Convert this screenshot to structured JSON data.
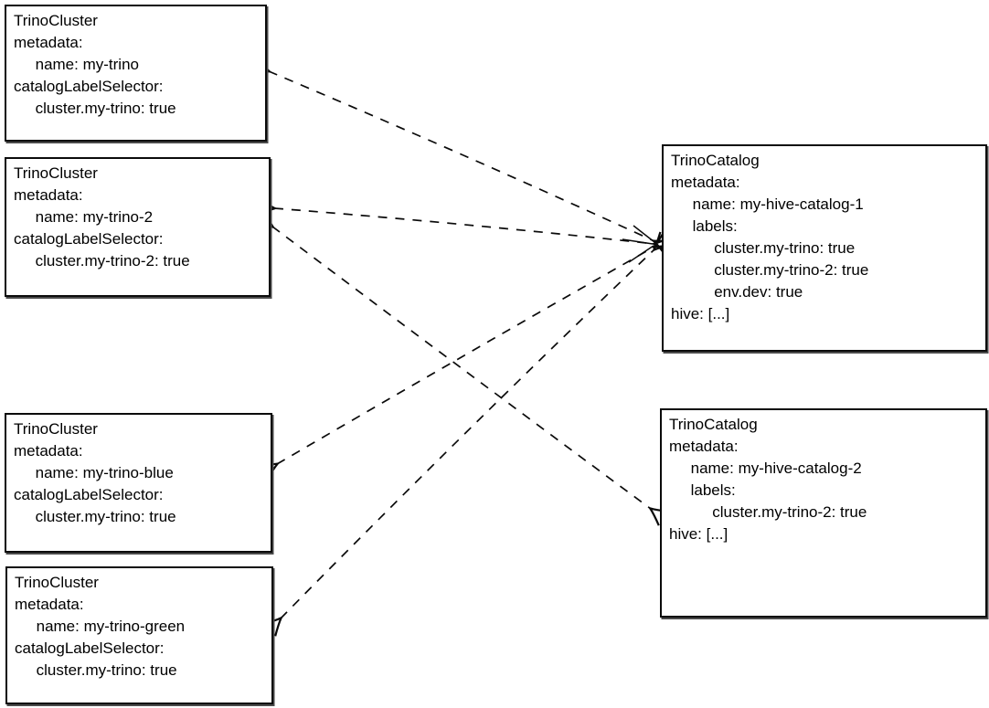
{
  "diagram": {
    "background_color": "#ffffff",
    "stroke_color": "#000000",
    "text_color": "#000000",
    "boxes": [
      {
        "kind": "TrinoCluster",
        "name": "my-trino",
        "lines": [
          "TrinoCluster",
          "metadata:",
          "     name: my-trino",
          "catalogLabelSelector:",
          "     cluster.my-trino: true"
        ]
      },
      {
        "kind": "TrinoCluster",
        "name": "my-trino-2",
        "lines": [
          "TrinoCluster",
          "metadata:",
          "     name: my-trino-2",
          "catalogLabelSelector:",
          "     cluster.my-trino-2: true"
        ]
      },
      {
        "kind": "TrinoCluster",
        "name": "my-trino-blue",
        "lines": [
          "TrinoCluster",
          "metadata:",
          "     name: my-trino-blue",
          "catalogLabelSelector:",
          "     cluster.my-trino: true"
        ]
      },
      {
        "kind": "TrinoCluster",
        "name": "my-trino-green",
        "lines": [
          "TrinoCluster",
          "metadata:",
          "     name: my-trino-green",
          "catalogLabelSelector:",
          "     cluster.my-trino: true"
        ]
      },
      {
        "kind": "TrinoCatalog",
        "name": "my-hive-catalog-1",
        "lines": [
          "TrinoCatalog",
          "metadata:",
          "     name: my-hive-catalog-1",
          "     labels:",
          "          cluster.my-trino: true",
          "          cluster.my-trino-2: true",
          "          env.dev: true",
          "hive: [...]"
        ]
      },
      {
        "kind": "TrinoCatalog",
        "name": "my-hive-catalog-2",
        "lines": [
          "TrinoCatalog",
          "metadata:",
          "     name: my-hive-catalog-2",
          "     labels:",
          "          cluster.my-trino-2: true",
          "hive: [...]"
        ]
      }
    ],
    "edges": [
      {
        "from": "my-hive-catalog-1",
        "to": "my-trino",
        "line_style": "dashed",
        "arrowheads": "both"
      },
      {
        "from": "my-hive-catalog-1",
        "to": "my-trino-2",
        "line_style": "dashed",
        "arrowheads": "both"
      },
      {
        "from": "my-hive-catalog-1",
        "to": "my-trino-blue",
        "line_style": "dashed",
        "arrowheads": "both"
      },
      {
        "from": "my-hive-catalog-1",
        "to": "my-trino-green",
        "line_style": "dashed",
        "arrowheads": "both"
      },
      {
        "from": "my-hive-catalog-2",
        "to": "my-trino-2",
        "line_style": "dashed",
        "arrowheads": "both"
      }
    ]
  }
}
